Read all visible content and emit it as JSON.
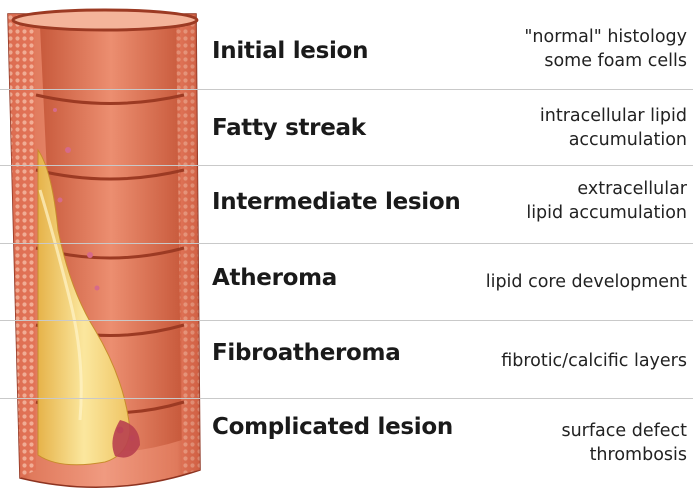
{
  "stages": [
    {
      "title": "Initial lesion",
      "desc": [
        "\"normal\" histology",
        "some foam cells"
      ]
    },
    {
      "title": "Fatty streak",
      "desc": [
        "intracellular lipid",
        "accumulation"
      ]
    },
    {
      "title": "Intermediate lesion",
      "desc": [
        "extracellular",
        "lipid accumulation"
      ]
    },
    {
      "title": "Atheroma",
      "desc": [
        "lipid core development"
      ]
    },
    {
      "title": "Fibroatheroma",
      "desc": [
        "fibrotic/calcific layers"
      ]
    },
    {
      "title": "Complicated lesion",
      "desc": [
        "surface defect",
        "thrombosis"
      ]
    }
  ],
  "colors": {
    "vessel_wall": "#d9603f",
    "vessel_lumen": "#e8806a",
    "lipid_core": "#f3d27a",
    "divider": "#c9c9c9",
    "text": "#1a1a1a"
  }
}
